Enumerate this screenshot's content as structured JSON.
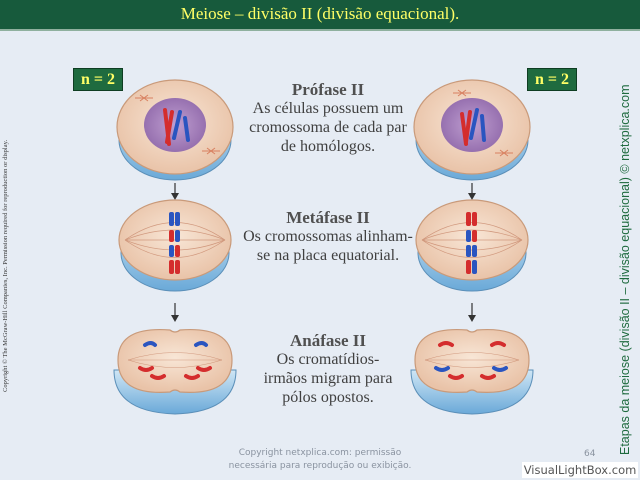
{
  "title": "Meiose – divisão II (divisão equacional).",
  "badges": {
    "left": "n = 2",
    "right": "n = 2"
  },
  "stages": [
    {
      "name": "Prófase II",
      "lines": [
        "As células possuem um",
        "cromossoma de cada par",
        "de homólogos."
      ]
    },
    {
      "name": "Metáfase II",
      "lines": [
        "Os cromossomas alinham-",
        "se na placa equatorial."
      ]
    },
    {
      "name": "Anáfase II",
      "lines": [
        "Os cromatídios-",
        "irmãos migram para",
        "pólos opostos."
      ]
    }
  ],
  "copyright_left": "Copyright © The McGraw-Hill Companies, Inc. Permission required for reproduction or display.",
  "side_caption": "Etapas da meiose (divisão II – divisão equacional) © netxplica.com",
  "footer": {
    "line1": "Copyright netxplica.com: permissão",
    "line2": "necessária para reprodução ou exibição.",
    "page": "64"
  },
  "watermark": "VisualLightBox.com",
  "colors": {
    "title_bar": "#175a3c",
    "title_text": "#ffff66",
    "badge_bg": "#1f6b3f",
    "chromosome_red": "#d42d2d",
    "chromosome_blue": "#2a55c0",
    "nucleus": "#a07ac0",
    "cytoplasm": "#f3dbc7",
    "dish_blue": "#8fc3e6"
  }
}
